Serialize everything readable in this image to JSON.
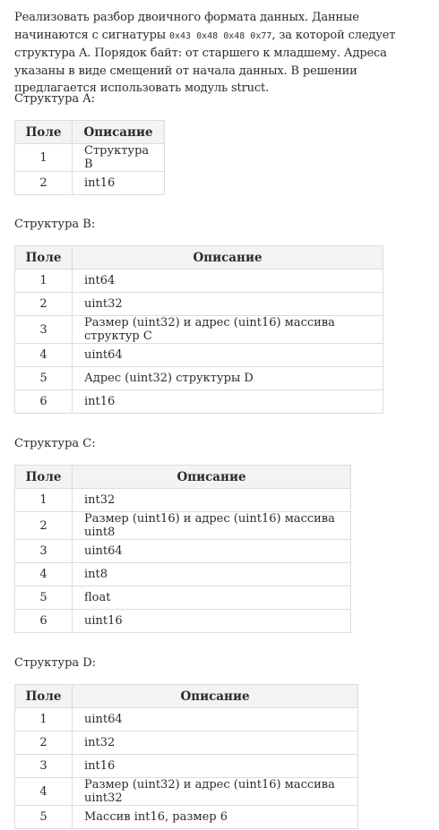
{
  "intro": {
    "part1": "Реализовать разбор двоичного формата данных. Данные начинаются с сигнатуры ",
    "signature": "0x43 0x48 0x48 0x77",
    "part2": ", за которой следует структура A. Порядок байт: от старшего к младшему. Адреса указаны в виде смещений от начала данных. В решении предлагается использовать модуль struct."
  },
  "columns": {
    "field": "Поле",
    "description": "Описание"
  },
  "structures": [
    {
      "heading": "Структура A:",
      "rows": [
        {
          "field": "1",
          "description": "Структура B"
        },
        {
          "field": "2",
          "description": "int16"
        }
      ]
    },
    {
      "heading": "Структура B:",
      "rows": [
        {
          "field": "1",
          "description": "int64"
        },
        {
          "field": "2",
          "description": "uint32"
        },
        {
          "field": "3",
          "description": "Размер (uint32) и адрес (uint16) массива структур C"
        },
        {
          "field": "4",
          "description": "uint64"
        },
        {
          "field": "5",
          "description": "Адрес (uint32) структуры D"
        },
        {
          "field": "6",
          "description": "int16"
        }
      ]
    },
    {
      "heading": "Структура C:",
      "rows": [
        {
          "field": "1",
          "description": "int32"
        },
        {
          "field": "2",
          "description": "Размер (uint16) и адрес (uint16) массива uint8"
        },
        {
          "field": "3",
          "description": "uint64"
        },
        {
          "field": "4",
          "description": "int8"
        },
        {
          "field": "5",
          "description": "float"
        },
        {
          "field": "6",
          "description": "uint16"
        }
      ]
    },
    {
      "heading": "Структура D:",
      "rows": [
        {
          "field": "1",
          "description": "uint64"
        },
        {
          "field": "2",
          "description": "int32"
        },
        {
          "field": "3",
          "description": "int16"
        },
        {
          "field": "4",
          "description": "Размер (uint32) и адрес (uint16) массива uint32"
        },
        {
          "field": "5",
          "description": "Массив int16, размер 6"
        }
      ]
    }
  ]
}
